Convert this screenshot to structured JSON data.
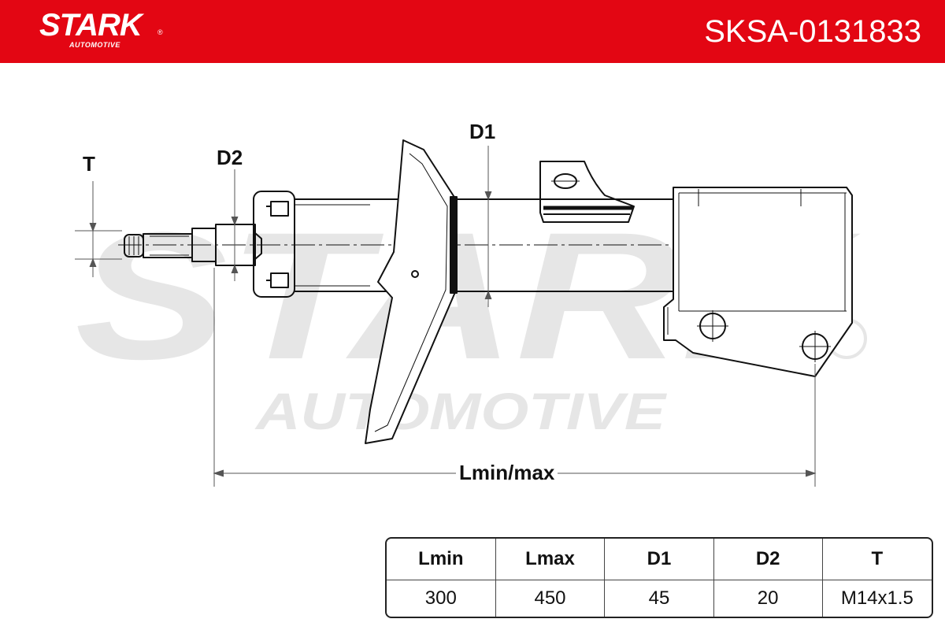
{
  "header": {
    "brand": "STARK",
    "brand_sub": "AUTOMOTIVE",
    "registered_mark": "®",
    "part_number": "SKSA-0131833",
    "bg_color": "#e30613"
  },
  "watermark": {
    "brand": "STARK",
    "brand_sub": "AUTOMOTIVE"
  },
  "diagram": {
    "label_T": "T",
    "label_D2": "D2",
    "label_D1": "D1",
    "label_length": "Lmin/max"
  },
  "specs": {
    "headers": [
      "Lmin",
      "Lmax",
      "D1",
      "D2",
      "T"
    ],
    "values": [
      "300",
      "450",
      "45",
      "20",
      "M14x1.5"
    ]
  }
}
